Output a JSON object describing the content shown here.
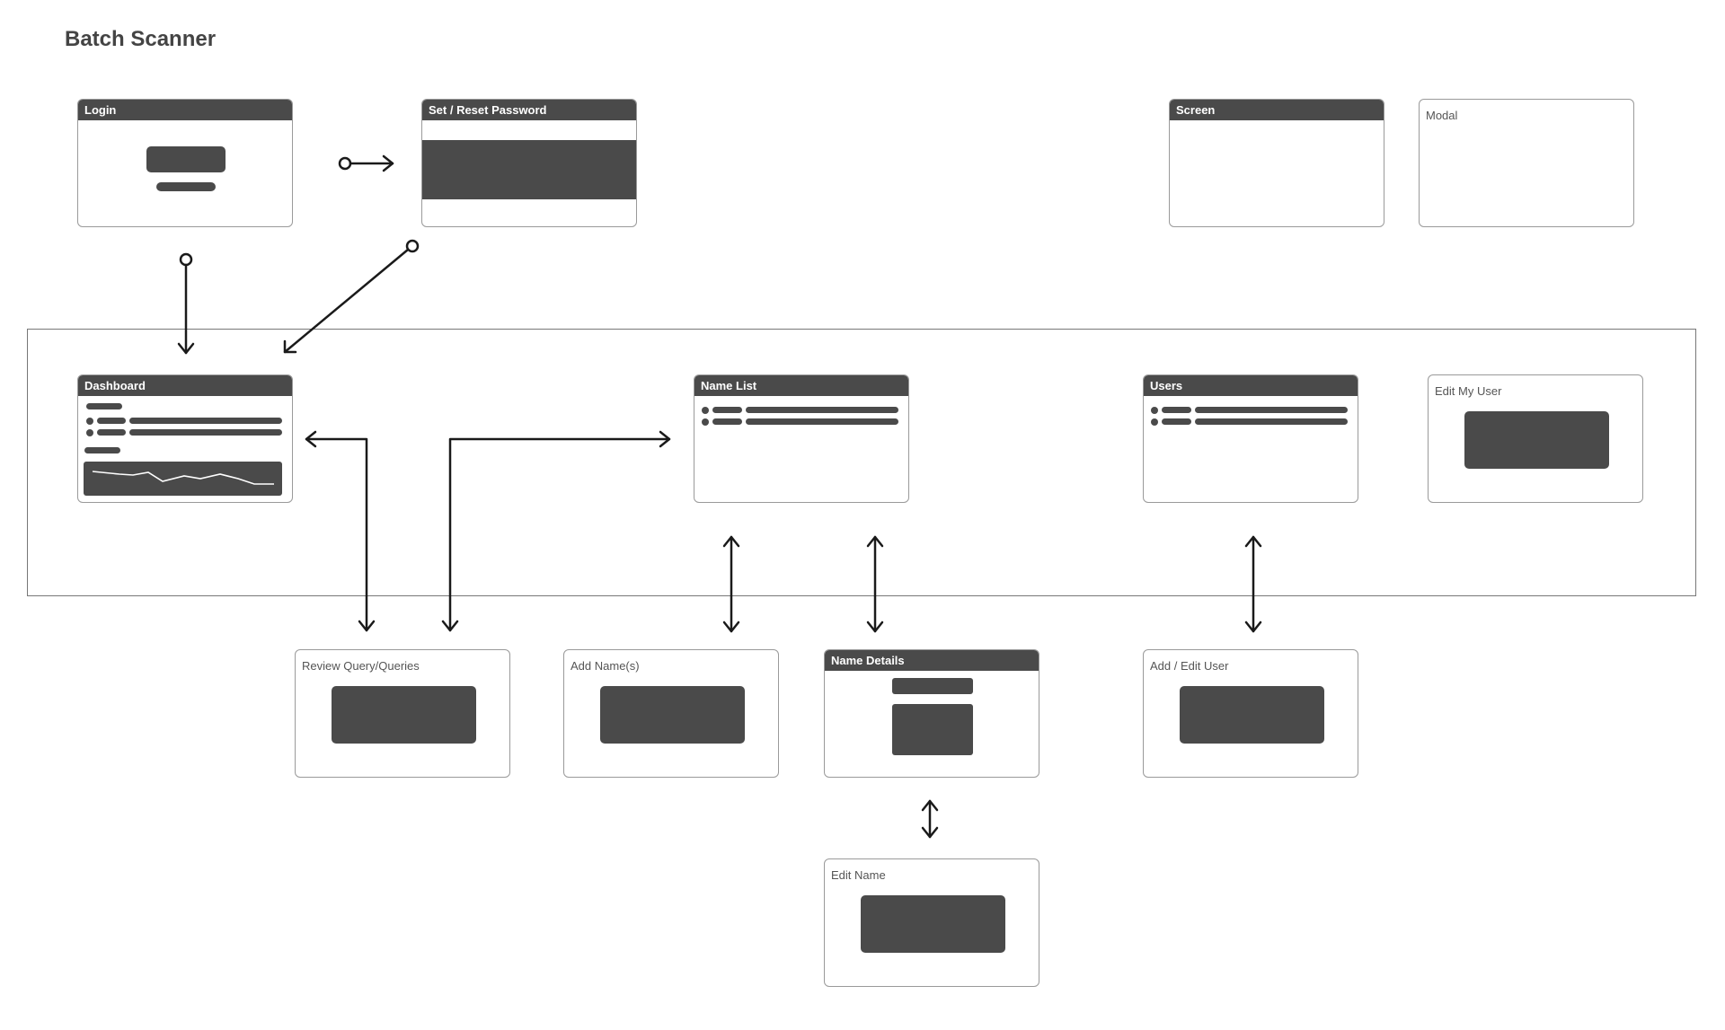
{
  "page": {
    "title": "Batch Scanner"
  },
  "screens": {
    "login": "Login",
    "set_reset_password": "Set / Reset Password",
    "screen_legend": "Screen",
    "modal_legend": "Modal",
    "dashboard": "Dashboard",
    "name_list": "Name List",
    "users": "Users",
    "edit_my_user": "Edit My User",
    "review_queries": "Review Query/Queries",
    "add_names": "Add Name(s)",
    "name_details": "Name Details",
    "add_edit_user": "Add / Edit User",
    "edit_name": "Edit Name"
  }
}
